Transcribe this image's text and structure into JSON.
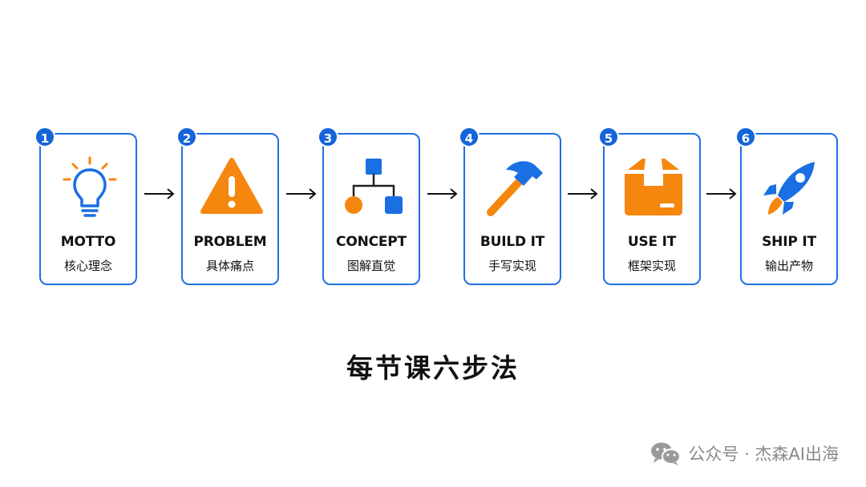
{
  "colors": {
    "accent_blue": "#1565d8",
    "card_border": "#1f6fe5",
    "icon_orange": "#f5870f",
    "icon_blue": "#1a6fe3",
    "text": "#111111",
    "watermark": "#8a8a8a"
  },
  "steps": [
    {
      "number": "1",
      "title": "MOTTO",
      "subtitle": "核心理念",
      "icon": "lightbulb-icon"
    },
    {
      "number": "2",
      "title": "PROBLEM",
      "subtitle": "具体痛点",
      "icon": "warning-icon"
    },
    {
      "number": "3",
      "title": "CONCEPT",
      "subtitle": "图解直觉",
      "icon": "flowchart-icon"
    },
    {
      "number": "4",
      "title": "BUILD IT",
      "subtitle": "手写实现",
      "icon": "hammer-icon"
    },
    {
      "number": "5",
      "title": "USE IT",
      "subtitle": "框架实现",
      "icon": "package-box-icon"
    },
    {
      "number": "6",
      "title": "SHIP IT",
      "subtitle": "输出产物",
      "icon": "rocket-icon"
    }
  ],
  "title": "每节课六步法",
  "watermark": {
    "icon": "wechat-icon",
    "text": "公众号 · 杰森AI出海"
  }
}
